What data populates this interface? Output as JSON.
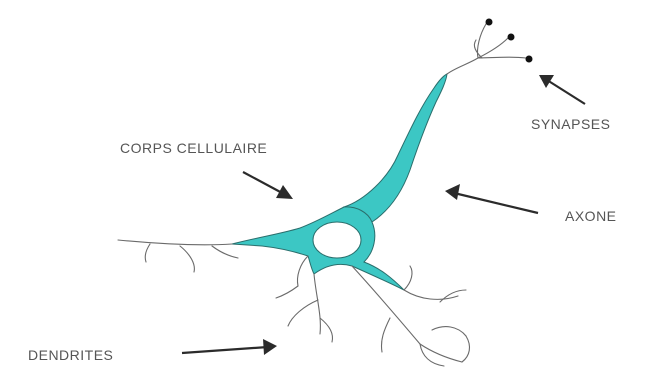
{
  "labels": {
    "cell_body": "CORPS CELLULAIRE",
    "synapses": "SYNAPSES",
    "axon": "AXONE",
    "dendrites": "DENDRITES"
  },
  "colors": {
    "cell_fill": "#3cc7c4",
    "cell_outline": "#2a6e6c",
    "line": "#6a6a6a",
    "arrow": "#2b2b2b",
    "text": "#555555"
  }
}
